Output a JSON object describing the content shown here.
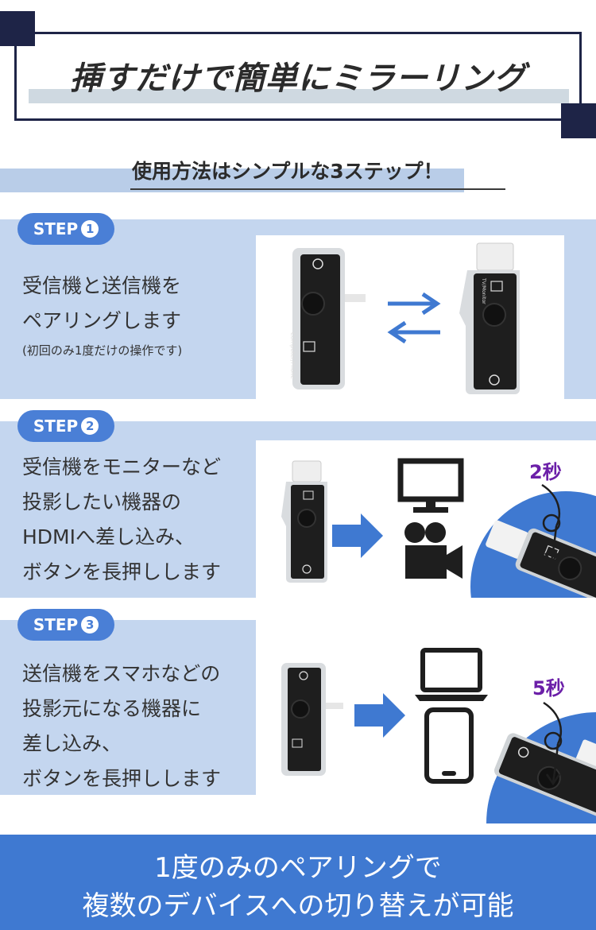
{
  "header": {
    "title": "挿すだけで簡単にミラーリング"
  },
  "subtitle": "使用方法はシンプルな3ステップ！",
  "steps": [
    {
      "badge": "STEP",
      "num": "1",
      "lines": [
        "受信機と送信機を",
        "ペアリングします"
      ],
      "note": "(初回のみ1度だけの操作です)"
    },
    {
      "badge": "STEP",
      "num": "2",
      "lines": [
        "受信機をモニターなど",
        "投影したい機器の",
        "HDMIへ差し込み、",
        "ボタンを長押しします"
      ],
      "seconds": "2秒"
    },
    {
      "badge": "STEP",
      "num": "3",
      "lines": [
        "送信機をスマホなどの",
        "投影元になる機器に",
        "差し込み、",
        "ボタンを長押しします"
      ],
      "seconds": "5秒"
    }
  ],
  "device_labels": {
    "tv_monitor": "TV/Monitor",
    "computer_phone": "Computer/Phone"
  },
  "footer": {
    "line1": "1度のみのペアリングで",
    "line2": "複数のデバイスへの切り替えが可能"
  },
  "colors": {
    "navy": "#1e2447",
    "panel": "#c4d6ef",
    "accent_blue": "#4a7fd6",
    "footer_blue": "#3f79d1",
    "seconds_purple": "#6b1fa8"
  },
  "icons": [
    "swap-arrows-icon",
    "right-arrow-icon",
    "monitor-icon",
    "video-camera-icon",
    "laptop-icon",
    "smartphone-icon",
    "press-finger-arrow-icon"
  ]
}
